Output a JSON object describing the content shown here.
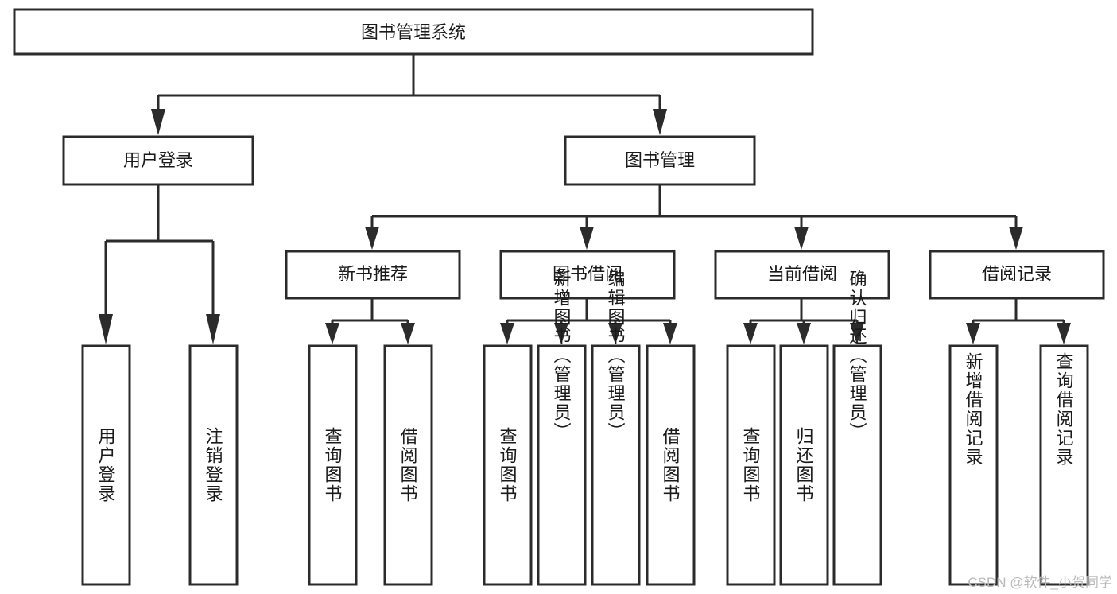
{
  "diagram": {
    "type": "tree",
    "title": "图书管理系统",
    "watermark": "CSDN @软件_小贺同学",
    "colors": {
      "box_stroke": "#2b2b2b",
      "box_fill": "#ffffff",
      "text": "#1a1a1a",
      "background": "#ffffff",
      "watermark": "#b9b9b9"
    },
    "levels": {
      "root": "图书管理系统",
      "level2": [
        "用户登录",
        "图书管理"
      ],
      "level3": [
        "新书推荐",
        "图书借阅",
        "当前借阅",
        "借阅记录"
      ]
    },
    "nodes": {
      "root": {
        "label": "图书管理系统"
      },
      "user_login": {
        "label": "用户登录"
      },
      "book_manage": {
        "label": "图书管理"
      },
      "new_book_rec": {
        "label": "新书推荐"
      },
      "book_borrow": {
        "label": "图书借阅"
      },
      "current_borrow": {
        "label": "当前借阅"
      },
      "borrow_record": {
        "label": "借阅记录"
      },
      "leaf_user_login": {
        "label": "用户登录"
      },
      "leaf_logout": {
        "label": "注销登录"
      },
      "leaf_query_book_1": {
        "label": "查询图书"
      },
      "leaf_borrow_book_1": {
        "label": "借阅图书"
      },
      "leaf_query_book_2": {
        "label": "查询图书"
      },
      "leaf_add_book": {
        "label": "新增图书（管理员）"
      },
      "leaf_edit_book": {
        "label": "编辑图书（管理员）"
      },
      "leaf_borrow_book_2": {
        "label": "借阅图书"
      },
      "leaf_query_book_3": {
        "label": "查询图书"
      },
      "leaf_return_book": {
        "label": "归还图书"
      },
      "leaf_confirm_return": {
        "label": "确认归还（管理员）"
      },
      "leaf_add_record": {
        "label": "新增借阅记录"
      },
      "leaf_query_record": {
        "label": "查询借阅记录"
      }
    },
    "edges": [
      {
        "from": "root",
        "to": "user_login"
      },
      {
        "from": "root",
        "to": "book_manage"
      },
      {
        "from": "user_login",
        "to": "leaf_user_login"
      },
      {
        "from": "user_login",
        "to": "leaf_logout"
      },
      {
        "from": "book_manage",
        "to": "new_book_rec"
      },
      {
        "from": "book_manage",
        "to": "book_borrow"
      },
      {
        "from": "book_manage",
        "to": "current_borrow"
      },
      {
        "from": "book_manage",
        "to": "borrow_record"
      },
      {
        "from": "new_book_rec",
        "to": "leaf_query_book_1"
      },
      {
        "from": "new_book_rec",
        "to": "leaf_borrow_book_1"
      },
      {
        "from": "book_borrow",
        "to": "leaf_query_book_2"
      },
      {
        "from": "book_borrow",
        "to": "leaf_add_book"
      },
      {
        "from": "book_borrow",
        "to": "leaf_edit_book"
      },
      {
        "from": "book_borrow",
        "to": "leaf_borrow_book_2"
      },
      {
        "from": "current_borrow",
        "to": "leaf_query_book_3"
      },
      {
        "from": "current_borrow",
        "to": "leaf_return_book"
      },
      {
        "from": "current_borrow",
        "to": "leaf_confirm_return"
      },
      {
        "from": "borrow_record",
        "to": "leaf_add_record"
      },
      {
        "from": "borrow_record",
        "to": "leaf_query_record"
      }
    ]
  }
}
